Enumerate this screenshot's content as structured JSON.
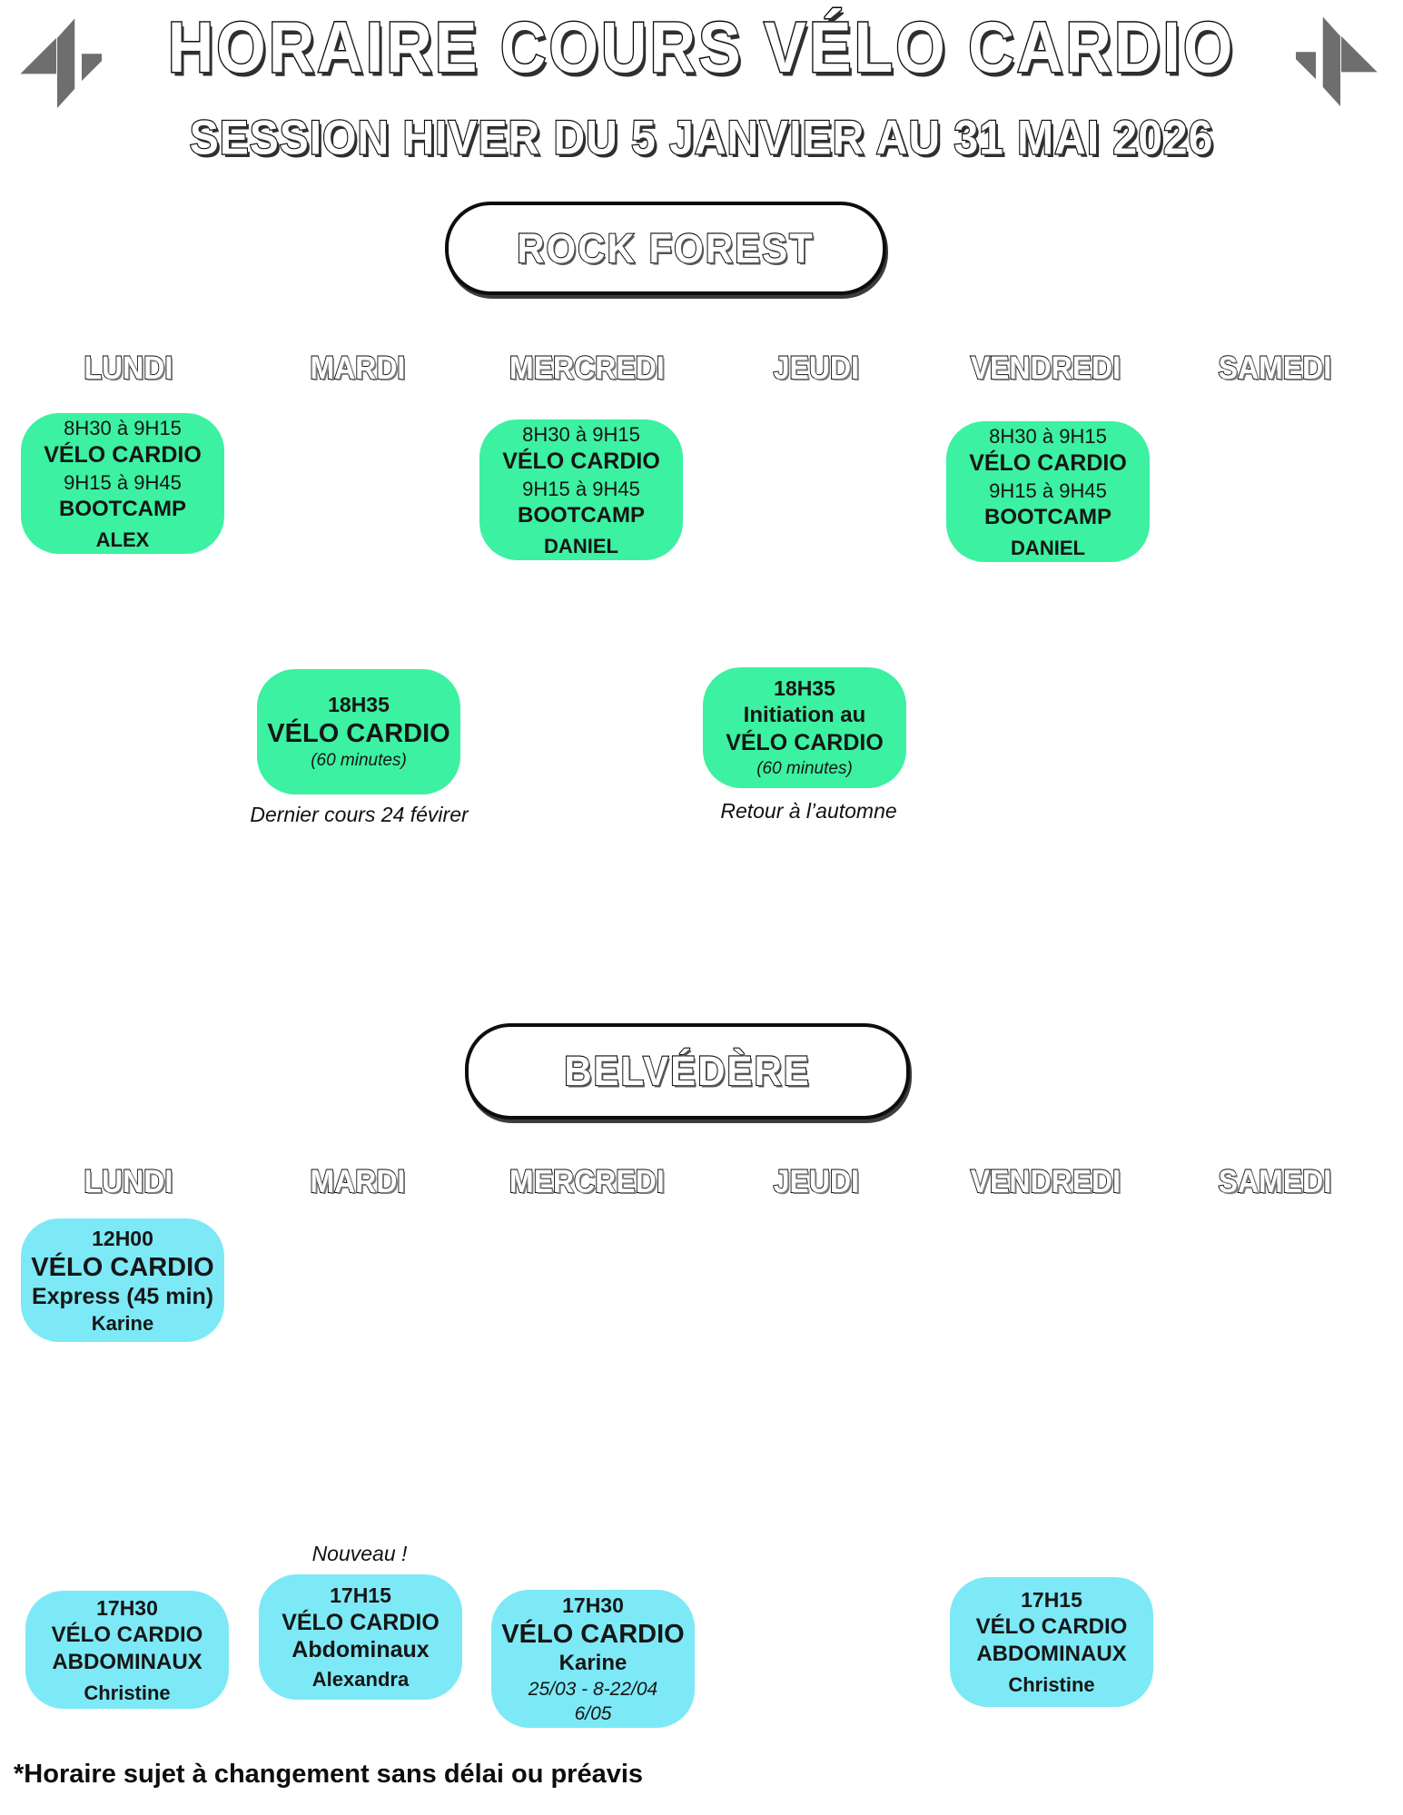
{
  "header": {
    "title": "HORAIRE COURS VÉLO CARDIO",
    "subtitle": "SESSION HIVER DU 5 JANVIER AU 31 MAI 2026"
  },
  "days": [
    "LUNDI",
    "MARDI",
    "MERCREDI",
    "JEUDI",
    "VENDREDI",
    "SAMEDI"
  ],
  "rock_forest": {
    "label": "ROCK FOREST",
    "lundi_morning": {
      "time1": "8H30 à 9H15",
      "title": "VÉLO CARDIO",
      "time2": "9H15 à 9H45",
      "activity": "BOOTCAMP",
      "coach": "ALEX"
    },
    "mercredi_morning": {
      "time1": "8H30 à 9H15",
      "title": "VÉLO CARDIO",
      "time2": "9H15 à 9H45",
      "activity": "BOOTCAMP",
      "coach": "DANIEL"
    },
    "vendredi_morning": {
      "time1": "8H30 à 9H15",
      "title": "VÉLO CARDIO",
      "time2": "9H15 à 9H45",
      "activity": "BOOTCAMP",
      "coach": "DANIEL"
    },
    "mardi_evening": {
      "time": "18H35",
      "title": "VÉLO CARDIO",
      "duration": "(60 minutes)",
      "note": "Dernier cours 24 févirer"
    },
    "jeudi_evening": {
      "time": "18H35",
      "pretitle": "Initiation au",
      "title": "VÉLO CARDIO",
      "duration": "(60 minutes)",
      "note": "Retour à l’automne"
    }
  },
  "belvedere": {
    "label": "BELVÉDÈRE",
    "lundi_noon": {
      "time": "12H00",
      "title": "VÉLO CARDIO",
      "variant": "Express (45 min)",
      "coach": "Karine"
    },
    "lundi_evening": {
      "time": "17H30",
      "title": "VÉLO CARDIO",
      "variant": "ABDOMINAUX",
      "coach": "Christine"
    },
    "mardi_evening": {
      "tag": "Nouveau !",
      "time": "17H15",
      "title": "VÉLO CARDIO",
      "variant": "Abdominaux",
      "coach": "Alexandra"
    },
    "mercredi_evening": {
      "time": "17H30",
      "title": "VÉLO CARDIO",
      "coach": "Karine",
      "dates_line1": "25/03 - 8-22/04",
      "dates_line2": "6/05"
    },
    "vendredi_evening": {
      "time": "17H15",
      "title": "VÉLO CARDIO",
      "variant": "ABDOMINAUX",
      "coach": "Christine"
    }
  },
  "footer": {
    "disclaimer": "*Horaire sujet à changement sans délai ou préavis"
  },
  "colors": {
    "card_green": "#3cf1a1",
    "card_cyan": "#7de9f6",
    "logo_gray": "#6e6e6e"
  }
}
